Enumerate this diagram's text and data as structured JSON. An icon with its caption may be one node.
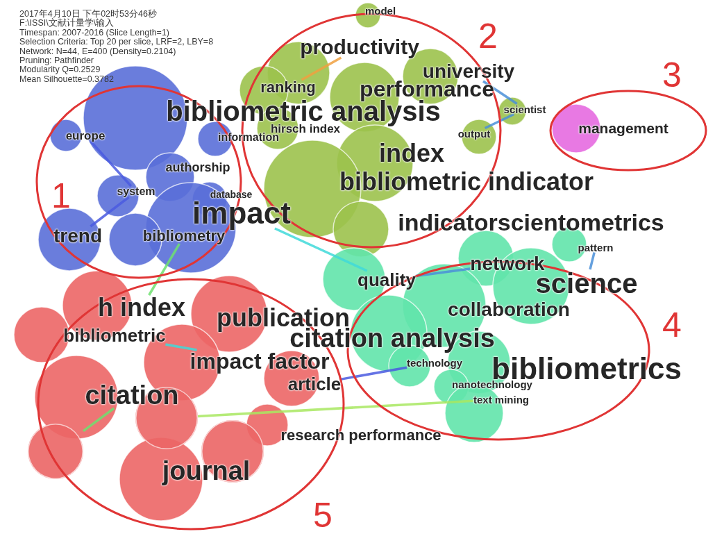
{
  "diagram": {
    "nodes": [
      {
        "text": [
          "bibliometric analysis"
        ]
      },
      {
        "text": [
          "productivity"
        ]
      },
      {
        "text": [
          "model"
        ]
      },
      {
        "text": [
          "university"
        ]
      },
      {
        "text": [
          "performance"
        ]
      },
      {
        "text": [
          "ranking"
        ]
      },
      {
        "text": [
          "europe"
        ]
      },
      {
        "text": [
          "information"
        ]
      },
      {
        "text": [
          "hirsch index"
        ]
      },
      {
        "text": [
          "scientist"
        ]
      },
      {
        "text": [
          "output"
        ]
      },
      {
        "text": [
          "management"
        ]
      },
      {
        "text": [
          "index"
        ]
      },
      {
        "text": [
          "authorship"
        ]
      },
      {
        "text": [
          "bibliometric indicator"
        ]
      },
      {
        "text": [
          "system"
        ]
      },
      {
        "text": [
          "database"
        ]
      },
      {
        "text": [
          "impact"
        ]
      },
      {
        "text": [
          "trend"
        ]
      },
      {
        "text": [
          "bibliometry"
        ]
      },
      {
        "text": [
          "indicatorscientometrics"
        ]
      },
      {
        "text": [
          "pattern"
        ]
      },
      {
        "text": [
          "network"
        ]
      },
      {
        "text": [
          "science"
        ]
      },
      {
        "text": [
          "quality"
        ]
      },
      {
        "text": [
          "h index"
        ]
      },
      {
        "text": [
          "publication"
        ]
      },
      {
        "text": [
          "collaboration"
        ]
      },
      {
        "text": [
          "bibliometric"
        ]
      },
      {
        "text": [
          "citation analysis"
        ]
      },
      {
        "text": [
          "impact factor"
        ]
      },
      {
        "text": [
          "technology"
        ]
      },
      {
        "text": [
          "bibliometrics"
        ]
      },
      {
        "text": [
          "article"
        ]
      },
      {
        "text": [
          "nanotechnology"
        ]
      },
      {
        "text": [
          "citation"
        ]
      },
      {
        "text": [
          "text mining"
        ]
      },
      {
        "text": [],
        "shape": "circle"
      },
      {
        "text": [
          "research performance"
        ]
      },
      {
        "text": [],
        "shape": "circle"
      },
      {
        "text": [],
        "shape": "circle"
      },
      {
        "text": [
          "journal"
        ]
      }
    ],
    "edges": [
      {
        "from": 6,
        "to": 15,
        "arrow": "none",
        "color": "#4a5ae0"
      },
      {
        "from": 18,
        "to": 15,
        "arrow": "none",
        "color": "#4a5ae0"
      },
      {
        "from": 9,
        "to": 10,
        "arrow": "none",
        "color": "#4a8fd8"
      },
      {
        "from": 3,
        "to": 9,
        "arrow": "none",
        "color": "#4a8fd8"
      },
      {
        "from": 17,
        "to": 24,
        "arrow": "none",
        "color": "#3fd9d9"
      },
      {
        "from": 24,
        "to": 22,
        "arrow": "none",
        "color": "#4a8fd8"
      },
      {
        "from": 37,
        "to": 36,
        "arrow": "none",
        "color": "#a8e860"
      },
      {
        "from": 33,
        "to": 31,
        "arrow": "none",
        "color": "#4a5ae0"
      },
      {
        "from": 35,
        "to": 39,
        "arrow": "none",
        "color": "#6fe070"
      },
      {
        "from": 30,
        "to": 28,
        "arrow": "none",
        "color": "#3fd9d9"
      },
      {
        "from": 5,
        "to": 1,
        "arrow": "none",
        "color": "#f0a040"
      },
      {
        "from": 25,
        "to": 19,
        "arrow": "none",
        "color": "#6fe070"
      },
      {
        "from": 21,
        "to": 23,
        "arrow": "none",
        "color": "#4a8fd8"
      }
    ],
    "labels": [
      "2017年4月10日 下午02时53分46秒",
      "F:\\ISSI\\文献计量学\\输入",
      "Timespan: 2007-2016 (Slice Length=1)",
      "Selection Criteria: Top 20 per slice, LRF=2, LBY=8",
      "Network: N=44, E=400 (Density=0.2104)",
      "Pruning: Pathfinder",
      "Modularity Q=0.2529",
      "Mean Silhouette=0.3782",
      "2",
      "3",
      "1",
      "4",
      "5"
    ]
  }
}
